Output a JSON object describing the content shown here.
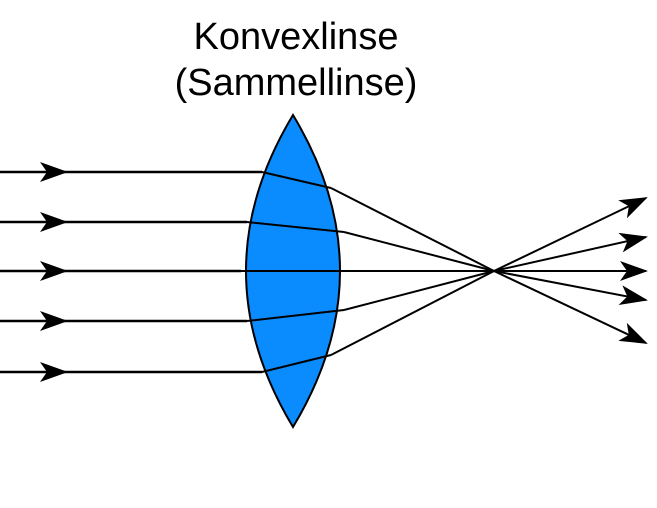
{
  "title": {
    "line1": "Konvexlinse",
    "line2": "(Sammellinse)"
  },
  "colors": {
    "lens_fill": "#0A8CFF",
    "stroke": "#000000",
    "background": "#FFFFFF"
  },
  "diagram": {
    "incoming_ray_count": 5,
    "outgoing_ray_count": 5,
    "lens_type": "convex"
  }
}
